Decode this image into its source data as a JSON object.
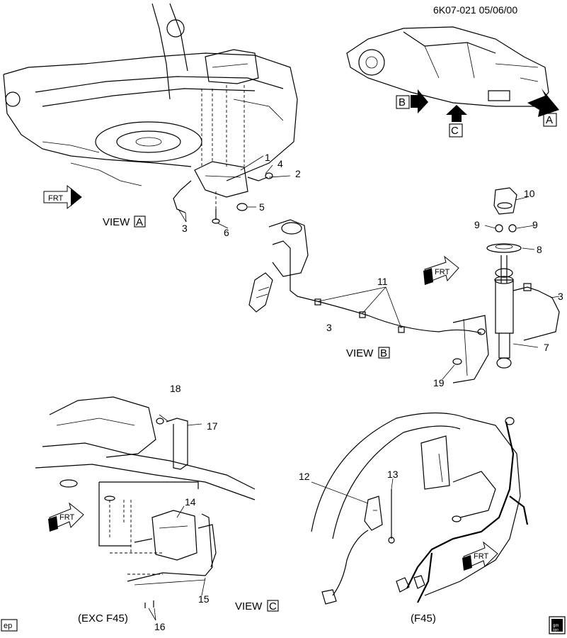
{
  "header": {
    "drawing_id": "6K07-021  05/06/00"
  },
  "views": {
    "a": {
      "label": "VIEW",
      "letter": "A"
    },
    "b": {
      "label": "VIEW",
      "letter": "B"
    },
    "c": {
      "label": "VIEW",
      "letter": "C"
    }
  },
  "arrows": {
    "a": "A",
    "b": "B",
    "c": "C",
    "frt": "FRT"
  },
  "captions": {
    "exc_f45": "(EXC F45)",
    "f45": "(F45)"
  },
  "callouts": {
    "c1": "1",
    "c2": "2",
    "c3a": "3",
    "c3b": "3",
    "c3c": "3",
    "c4": "4",
    "c5": "5",
    "c6": "6",
    "c7": "7",
    "c8": "8",
    "c9a": "9",
    "c9b": "9",
    "c10": "10",
    "c11": "11",
    "c12": "12",
    "c13": "13",
    "c14": "14",
    "c15": "15",
    "c16": "16",
    "c17": "17",
    "c18": "18",
    "c19": "19"
  },
  "footer": {
    "corner_code": "ep",
    "logo_text": "gm spo"
  }
}
